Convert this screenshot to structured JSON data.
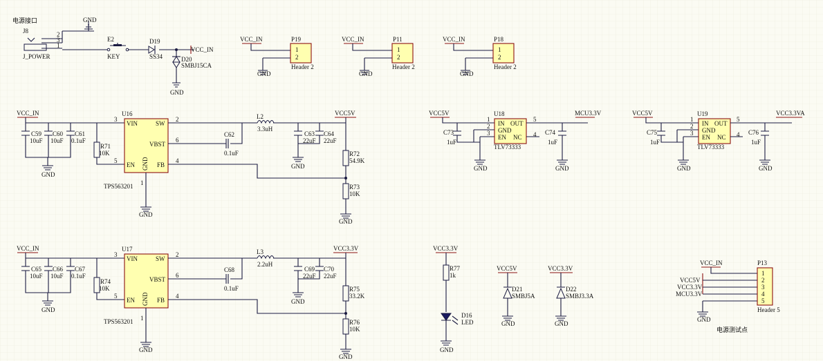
{
  "labels": {
    "power_port": "电源接口",
    "test_point": "电源测试点",
    "gnd": "GND",
    "vcc_in": "VCC_IN",
    "vcc5v": "VCC5V",
    "vcc33v": "VCC3.3V",
    "mcu33v": "MCU3.3V",
    "vcc33va": "VCC3.3VA"
  },
  "parts": {
    "j8": {
      "ref": "J8",
      "value": "J_POWER",
      "pins": [
        "2",
        "3",
        "1"
      ]
    },
    "e2": {
      "ref": "E2",
      "value": "KEY"
    },
    "d19": {
      "ref": "D19",
      "value": "SS34"
    },
    "d20": {
      "ref": "D20",
      "value": "SMBJ15CA"
    },
    "p19": {
      "ref": "P19",
      "value": "Header 2"
    },
    "p11": {
      "ref": "P11",
      "value": "Header 2"
    },
    "p18": {
      "ref": "P18",
      "value": "Header 2"
    },
    "u16": {
      "ref": "U16",
      "value": "TPS563201",
      "pins": {
        "vin": "VIN",
        "sw": "SW",
        "vbst": "VBST",
        "en": "EN",
        "gnd": "GND",
        "fb": "FB"
      }
    },
    "u17": {
      "ref": "U17",
      "value": "TPS563201"
    },
    "c59": {
      "ref": "C59",
      "value": "10uF"
    },
    "c60": {
      "ref": "C60",
      "value": "10uF"
    },
    "c61": {
      "ref": "C61",
      "value": "0.1uF"
    },
    "r71": {
      "ref": "R71",
      "value": "10K"
    },
    "c62": {
      "ref": "C62",
      "value": "0.1uF"
    },
    "l2": {
      "ref": "L2",
      "value": "3.3uH"
    },
    "c63": {
      "ref": "C63",
      "value": "22uF"
    },
    "c64": {
      "ref": "C64",
      "value": "22uF"
    },
    "r72": {
      "ref": "R72",
      "value": "54.9K"
    },
    "r73": {
      "ref": "R73",
      "value": "10K"
    },
    "c65": {
      "ref": "C65",
      "value": "10uF"
    },
    "c66": {
      "ref": "C66",
      "value": "10uF"
    },
    "c67": {
      "ref": "C67",
      "value": "0.1uF"
    },
    "r74": {
      "ref": "R74",
      "value": "10K"
    },
    "c68": {
      "ref": "C68",
      "value": "0.1uF"
    },
    "l3": {
      "ref": "L3",
      "value": "2.2uH"
    },
    "c69": {
      "ref": "C69",
      "value": "22uF"
    },
    "c70": {
      "ref": "C70",
      "value": "22uF"
    },
    "r75": {
      "ref": "R75",
      "value": "33.2K"
    },
    "r76": {
      "ref": "R76",
      "value": "10K"
    },
    "u18": {
      "ref": "U18",
      "value": "TLV73333",
      "pins": {
        "in": "IN",
        "out": "OUT",
        "gnd": "GND",
        "en": "EN",
        "nc": "NC"
      }
    },
    "c73": {
      "ref": "C73",
      "value": "1uF"
    },
    "c74": {
      "ref": "C74",
      "value": "1uF"
    },
    "u19": {
      "ref": "U19",
      "value": "TLV73333"
    },
    "c75": {
      "ref": "C75",
      "value": "1uF"
    },
    "c76": {
      "ref": "C76",
      "value": "1uF"
    },
    "r77": {
      "ref": "R77",
      "value": "1k"
    },
    "d16": {
      "ref": "D16",
      "value": "LED"
    },
    "d21": {
      "ref": "D21",
      "value": "SMBJ5A"
    },
    "d22": {
      "ref": "D22",
      "value": "SMBJ3.3A"
    },
    "p13": {
      "ref": "P13",
      "value": "Header 5",
      "pins": [
        "1",
        "2",
        "3",
        "4",
        "5"
      ]
    }
  },
  "pin_numbers": {
    "buck": [
      "3",
      "2",
      "6",
      "5",
      "4",
      "1"
    ],
    "ldo": [
      "1",
      "2",
      "3",
      "5",
      "4"
    ],
    "header2": [
      "1",
      "2"
    ]
  }
}
